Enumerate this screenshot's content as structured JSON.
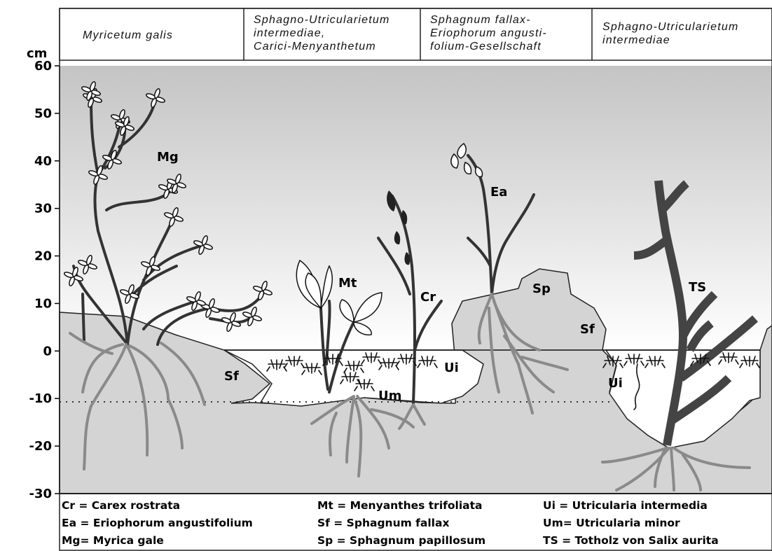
{
  "header": {
    "columns": [
      {
        "lines": [
          "Myricetum galis"
        ]
      },
      {
        "lines": [
          "Sphagno-Utricularietum",
          "intermediae,",
          "Carici-Menyanthetum"
        ]
      },
      {
        "lines": [
          "Sphagnum fallax-",
          "Eriophorum angusti-",
          "folium-Gesellschaft"
        ]
      },
      {
        "lines": [
          "Sphagno-Utricularietum",
          "intermediae"
        ]
      }
    ]
  },
  "axis": {
    "unit": "cm",
    "min": -30,
    "max": 60,
    "ticks": [
      "60",
      "50",
      "40",
      "30",
      "20",
      "10",
      "0",
      "-10",
      "-20",
      "-30"
    ]
  },
  "labels": {
    "mg": "Mg",
    "mt": "Mt",
    "cr": "Cr",
    "ea": "Ea",
    "sp": "Sp",
    "sf1": "Sf",
    "sf2": "Sf",
    "ui1": "Ui",
    "ui2": "Ui",
    "um": "Um",
    "ts": "TS"
  },
  "legend": {
    "col1": [
      "Cr = Carex rostrata",
      "Ea = Eriophorum angustifolium",
      "Mg= Myrica gale"
    ],
    "col2": [
      "Mt = Menyanthes trifoliata",
      "Sf  = Sphagnum fallax",
      "Sp = Sphagnum papillosum"
    ],
    "col3": [
      "Ui  = Utricularia intermedia",
      "Um= Utricularia minor",
      "TS  = Totholz von Salix aurita"
    ]
  },
  "colors": {
    "ground": "#d4d4d4",
    "sky_top": "#c4c4c4",
    "stem": "#333333",
    "root": "#8a8a8a",
    "wood": "#444444"
  }
}
